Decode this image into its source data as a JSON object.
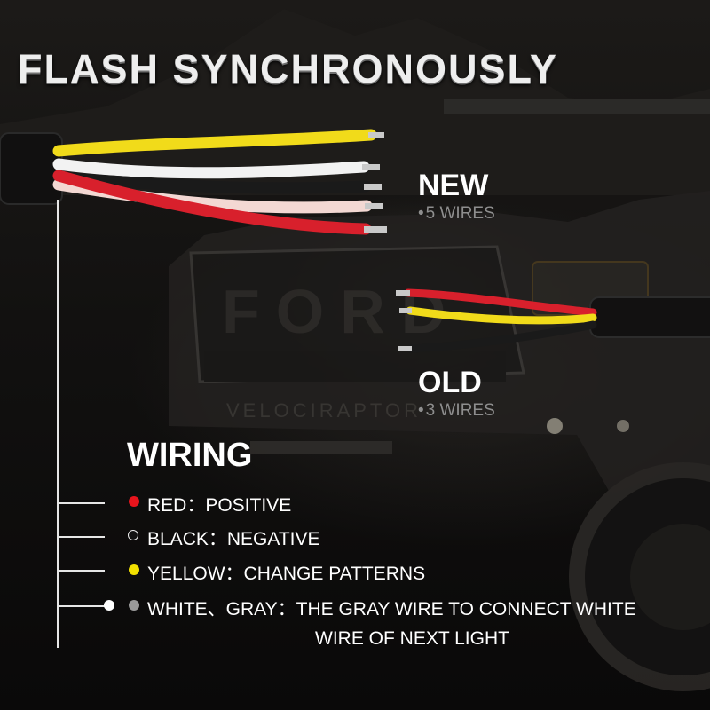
{
  "title": "FLASH SYNCHRONOUSLY",
  "new_label": {
    "heading": "NEW",
    "sub": "5 WIRES"
  },
  "old_label": {
    "heading": "OLD",
    "sub": "3 WIRES"
  },
  "wiring": {
    "heading": "WIRING",
    "items": [
      {
        "label": "RED：POSITIVE",
        "color": "#e8141c"
      },
      {
        "label": "BLACK：NEGATIVE",
        "color": "#111111"
      },
      {
        "label": "YELLOW：CHANGE PATTERNS",
        "color": "#f2e000"
      },
      {
        "label": "WHITE、GRAY：THE GRAY WIRE TO CONNECT WHITE",
        "label_cont": "WIRE OF NEXT LIGHT",
        "colors": [
          "#ffffff",
          "#9a9a9a"
        ]
      }
    ]
  },
  "wire_colors": {
    "red": "#d8202c",
    "yellow": "#f1db1a",
    "white": "#f2f2f2",
    "black": "#1a1a1a",
    "pink": "#f3d8d3"
  }
}
